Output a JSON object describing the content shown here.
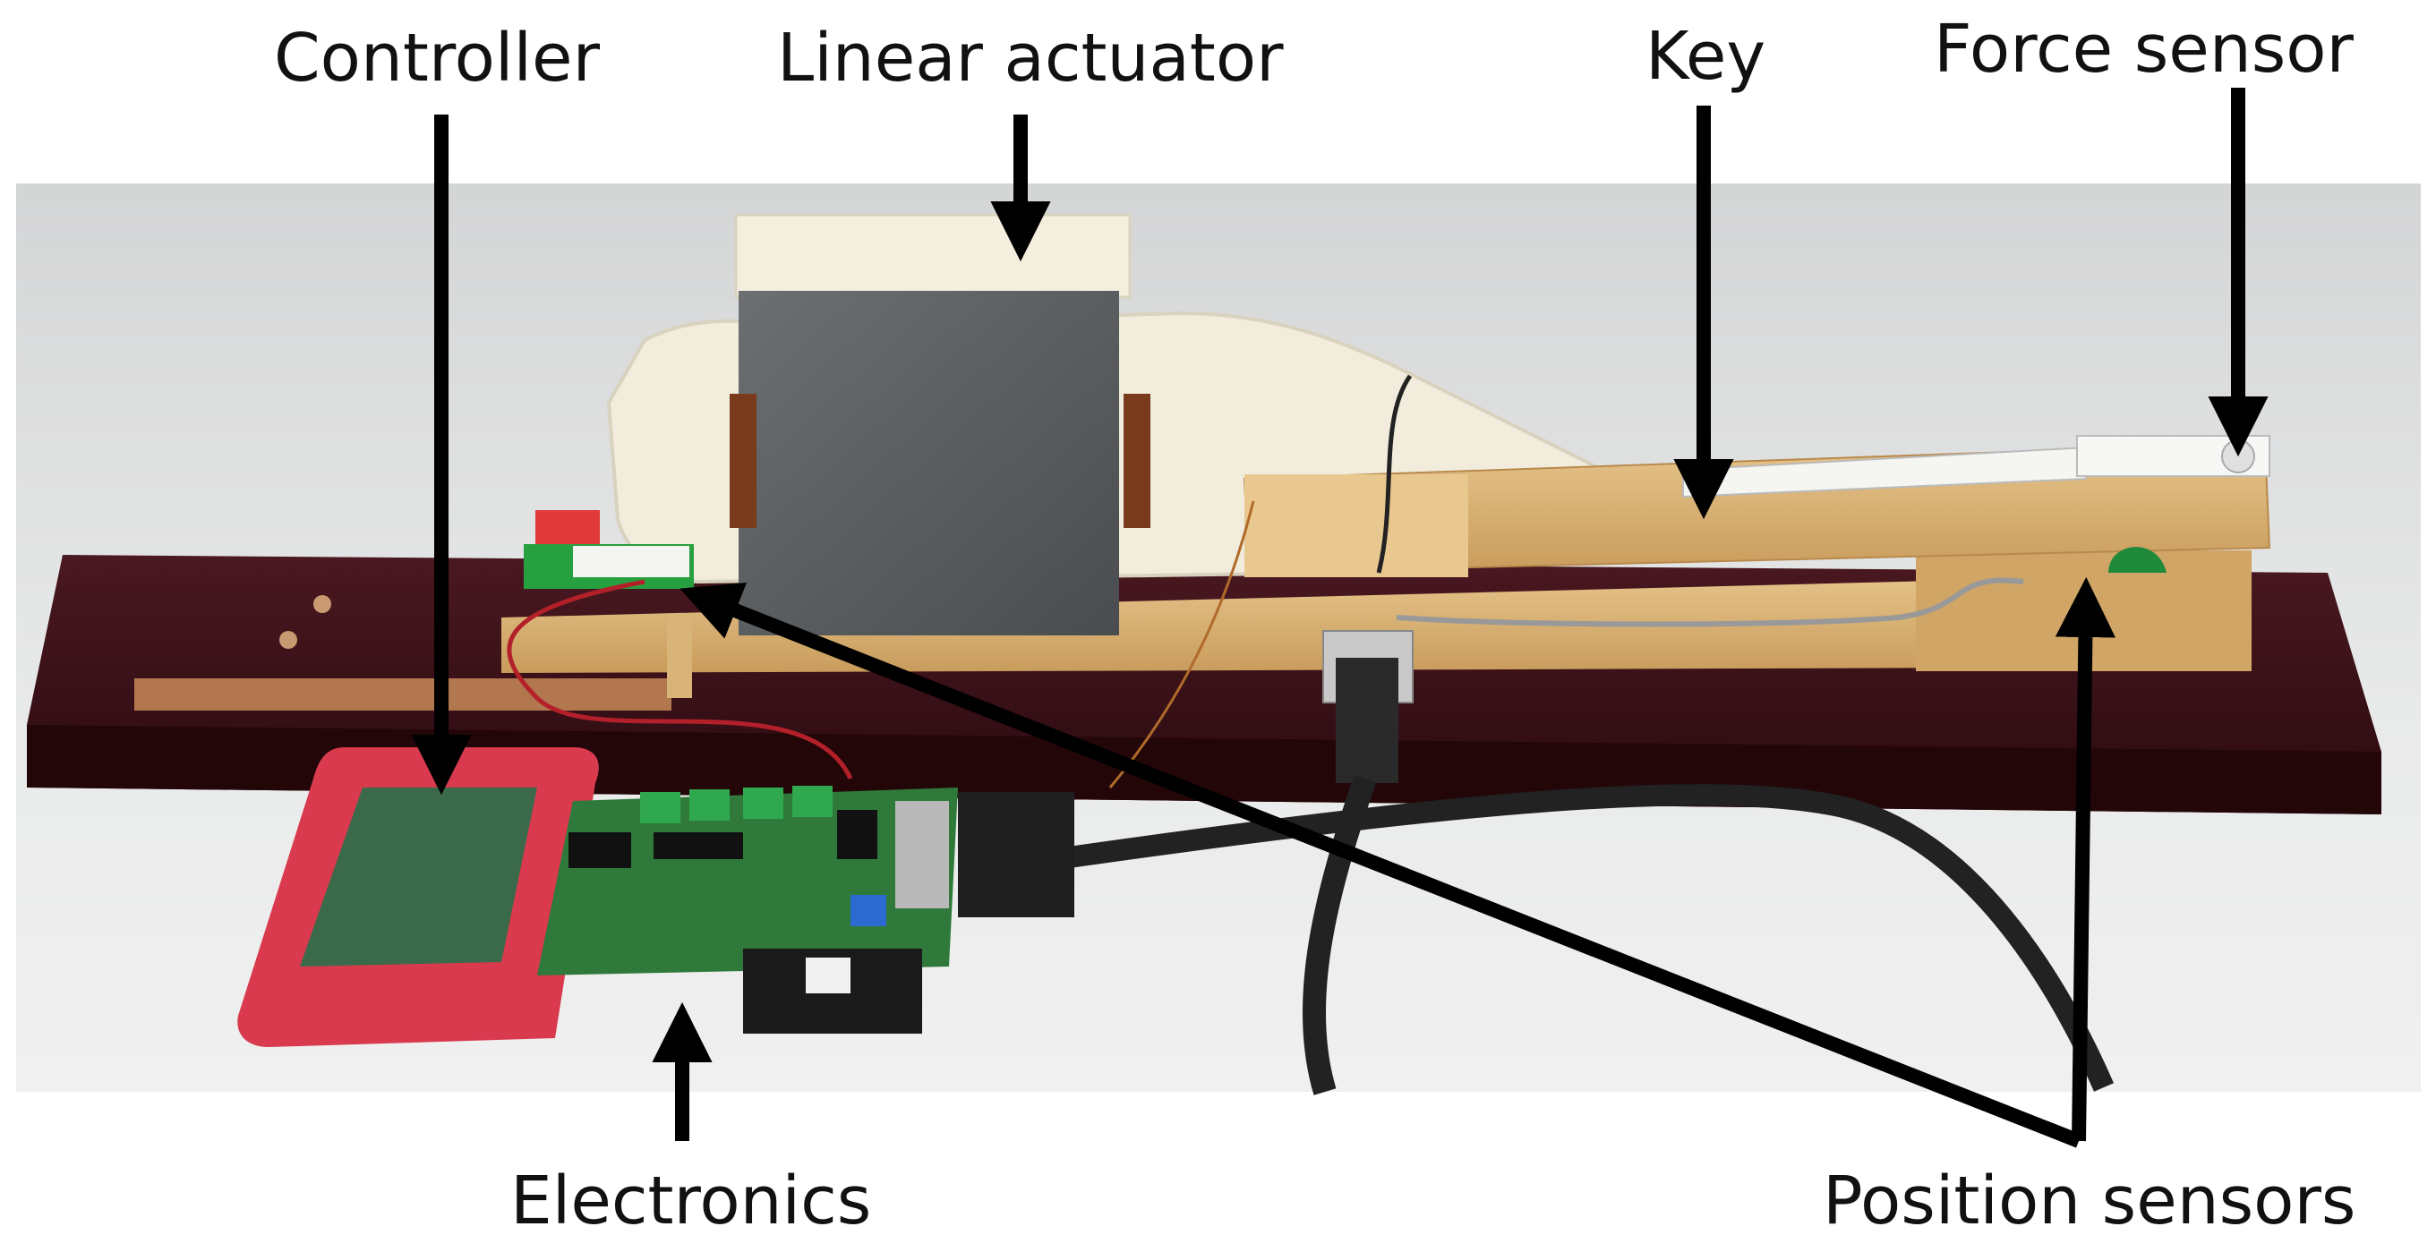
{
  "labels": {
    "controller": "Controller",
    "linear_actuator": "Linear actuator",
    "key": "Key",
    "force_sensor": "Force sensor",
    "electronics": "Electronics",
    "position_sensors": "Position sensors"
  },
  "colors": {
    "photo_background": "#e9eaea",
    "wooden_base": "#3a1016",
    "wooden_key": "#d9b478",
    "actuator_plate": "#5c5f62",
    "white_plastic": "#f1ecdc",
    "red_case": "#d93a4e",
    "green_pcb": "#2f7a3a",
    "cable": "#222222",
    "arrow": "#000000"
  }
}
